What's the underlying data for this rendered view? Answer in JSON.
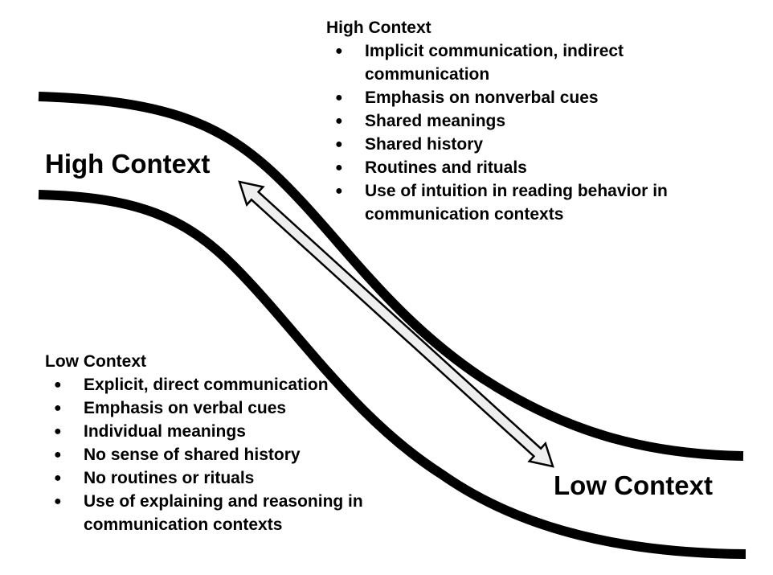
{
  "diagram": {
    "title_high": "High Context",
    "title_low": "Low Context",
    "arrow": {
      "meaning": "bidirectional spectrum between high and low context",
      "fill": "#eeeeee",
      "stroke": "#000000"
    },
    "curve_color": "#000000"
  },
  "high_context_panel": {
    "heading": "High Context",
    "bullet_glyph": "●",
    "items": [
      "Implicit communication, indirect communication",
      "Emphasis on nonverbal cues",
      "Shared meanings",
      "Shared history",
      "Routines and rituals",
      "Use of intuition in reading behavior in communication contexts"
    ]
  },
  "low_context_panel": {
    "heading": "Low Context",
    "bullet_glyph": "●",
    "items": [
      "Explicit, direct communication",
      "Emphasis on verbal cues",
      "Individual meanings",
      "No sense of shared history",
      "No routines or rituals",
      "Use of explaining and reasoning in communication contexts"
    ]
  }
}
